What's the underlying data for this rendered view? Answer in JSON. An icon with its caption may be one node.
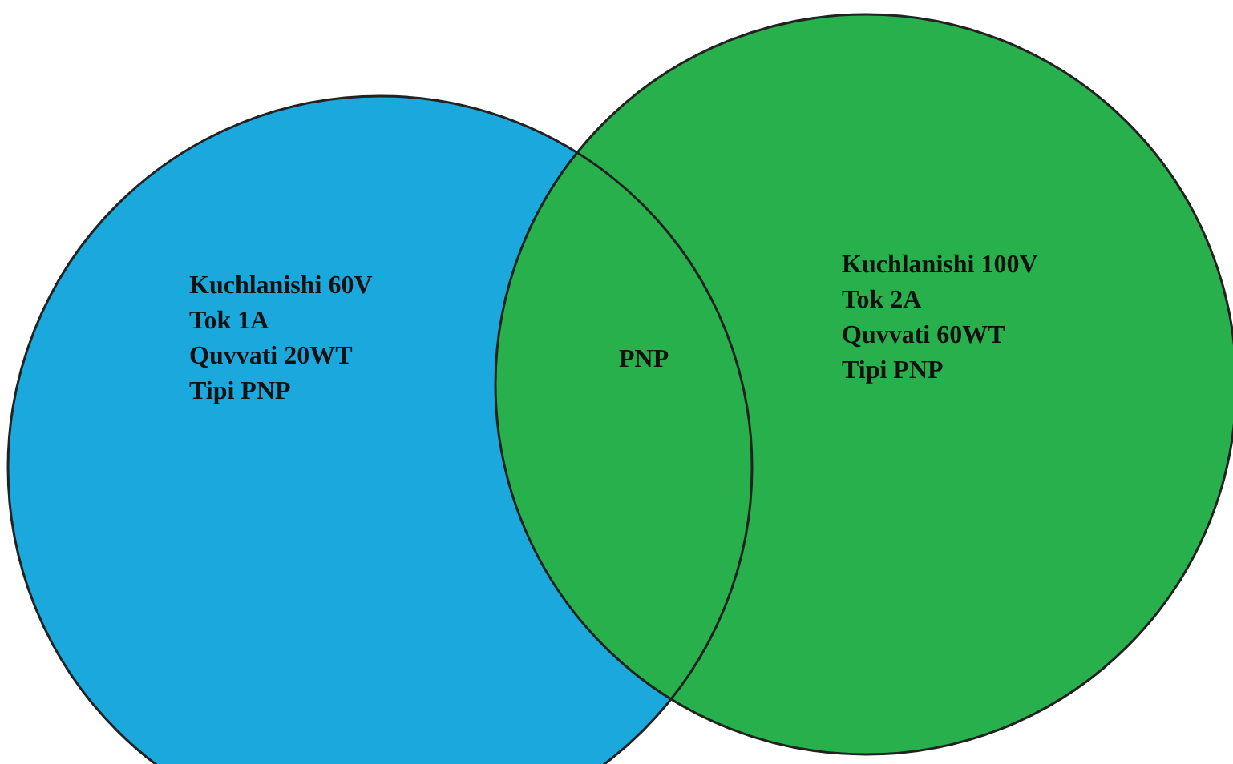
{
  "diagram": {
    "nodes": [
      {
        "text": [
          "Kuchlanishi 60V",
          "Tok 1A",
          "Quvvati 20WT",
          "Tipi PNP"
        ]
      },
      {
        "text": [
          "PNP"
        ]
      },
      {
        "text": [
          "Kuchlanishi 100V",
          "Tok 2A",
          "Quvvati 60WT",
          "Tipi PNP"
        ]
      }
    ]
  }
}
